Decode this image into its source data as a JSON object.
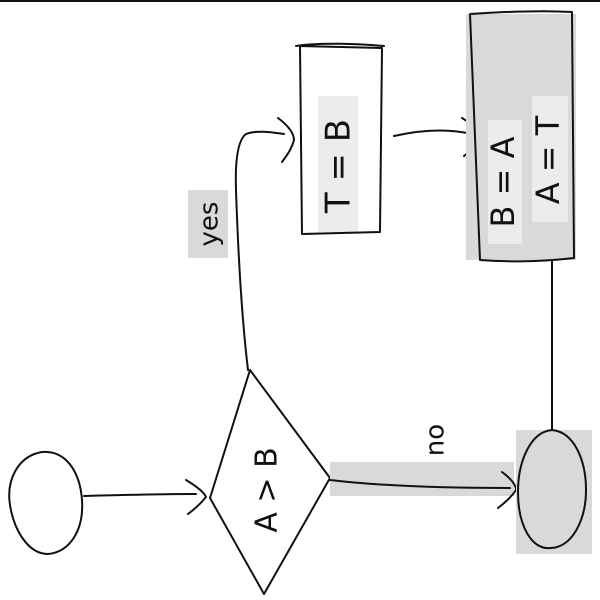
{
  "nodes": {
    "decision": {
      "label": "A > B"
    },
    "assign_t": {
      "label": "T = B"
    },
    "swap": {
      "lines": [
        "B = A",
        "A = T"
      ]
    }
  },
  "edges": {
    "yes_label": "yes",
    "no_label": "no"
  },
  "colors": {
    "ink": "#111111",
    "highlight": "#d9d9d9",
    "soft_highlight": "#ececec"
  }
}
